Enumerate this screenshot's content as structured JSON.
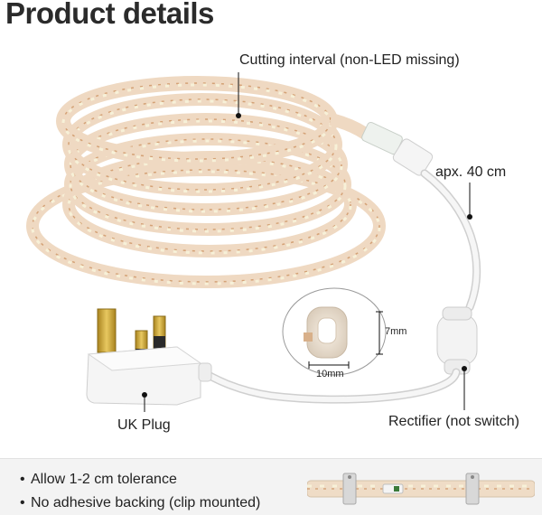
{
  "heading": "Product details",
  "callouts": {
    "cutting_interval": "Cutting interval (non-LED missing)",
    "cable_length": "apx. 40 cm",
    "plug": "UK Plug",
    "rectifier": "Rectifier (not switch)"
  },
  "profile_dimensions": {
    "height": "7mm",
    "width": "10mm"
  },
  "notes": [
    "Allow 1-2 cm tolerance",
    "No adhesive backing (clip mounted)"
  ],
  "colors": {
    "strip_glow": "#f4e3cf",
    "copper_trace": "#c98a55",
    "led": "#f7f1d8",
    "cable": "#f2f2f2",
    "plug_body": "#f5f5f5",
    "brass_pin": "#c9a540",
    "callout_line": "#111111"
  }
}
